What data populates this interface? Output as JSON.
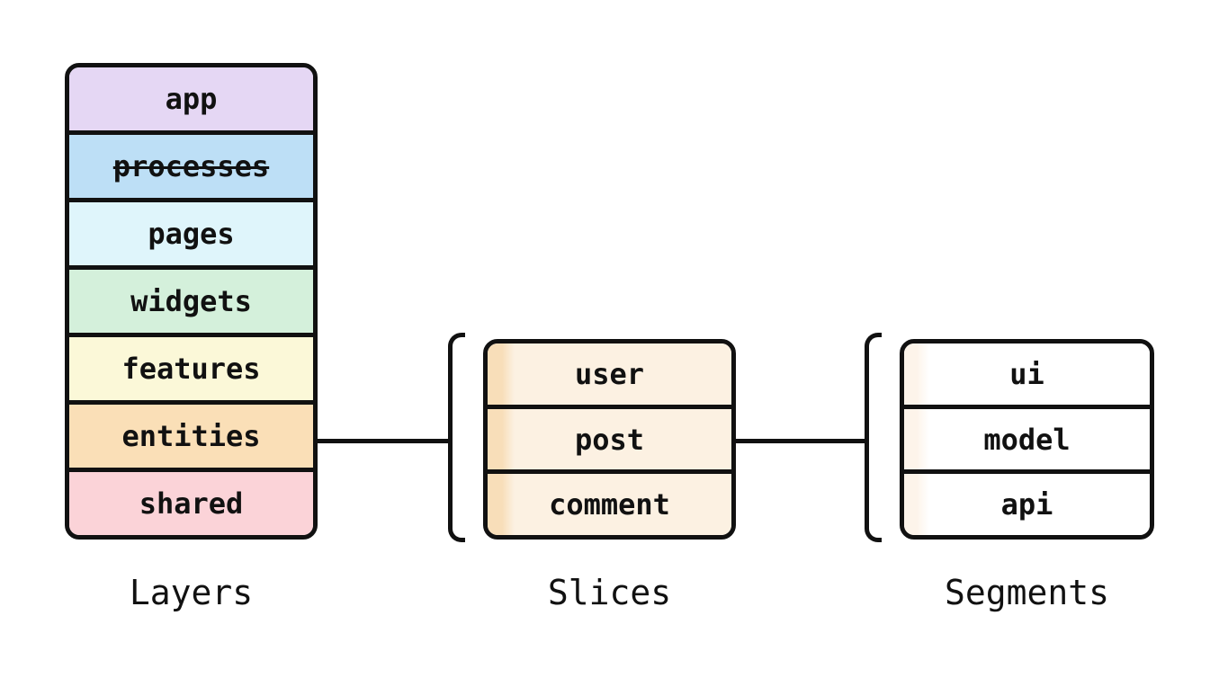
{
  "diagram": {
    "stroke_color": "#111111",
    "layers": {
      "caption": "Layers",
      "items": [
        {
          "label": "app",
          "color": "#E5D7F4",
          "deprecated": false
        },
        {
          "label": "processes",
          "color": "#BDDFF6",
          "deprecated": true
        },
        {
          "label": "pages",
          "color": "#DFF5FB",
          "deprecated": false
        },
        {
          "label": "widgets",
          "color": "#D4F0DB",
          "deprecated": false
        },
        {
          "label": "features",
          "color": "#FBF8D8",
          "deprecated": false
        },
        {
          "label": "entities",
          "color": "#FADFB7",
          "deprecated": false
        },
        {
          "label": "shared",
          "color": "#FBD3D8",
          "deprecated": false
        }
      ]
    },
    "slices": {
      "caption": "Slices",
      "row_bg": "#FCF1E2",
      "accent": "#F8DEB9",
      "items": [
        {
          "label": "user"
        },
        {
          "label": "post"
        },
        {
          "label": "comment"
        }
      ]
    },
    "segments": {
      "caption": "Segments",
      "row_bg": "#FFFFFF",
      "accent": "#FDF4EA",
      "items": [
        {
          "label": "ui"
        },
        {
          "label": "model"
        },
        {
          "label": "api"
        }
      ]
    }
  }
}
